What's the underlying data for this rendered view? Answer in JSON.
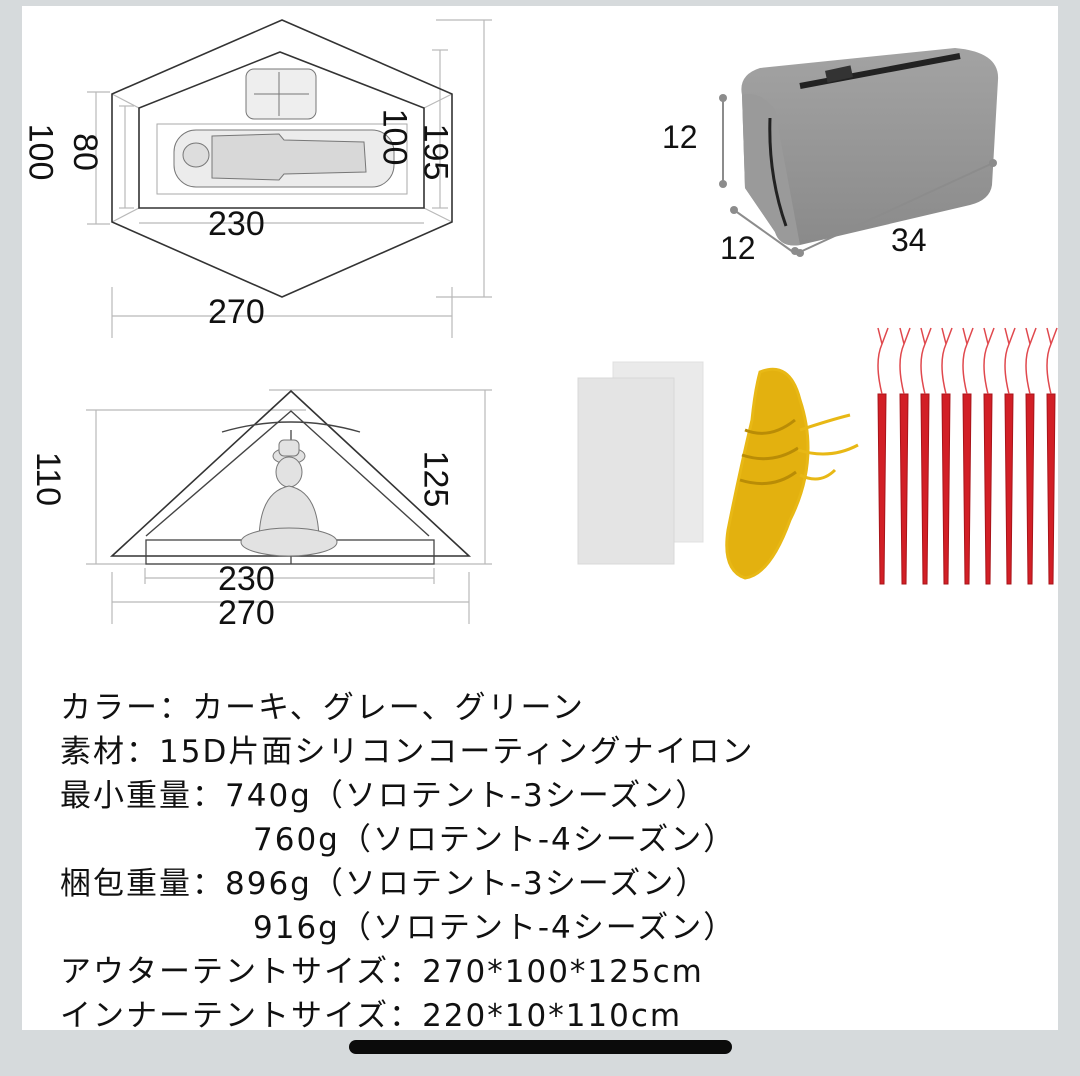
{
  "top_view": {
    "name": "tent floor plan (top view)",
    "dimensions": {
      "outer_left_width": "100",
      "inner_left_width": "80",
      "inner_right_width": "100",
      "total_depth": "195",
      "inner_length": "230",
      "outer_length": "270"
    }
  },
  "side_view": {
    "name": "tent side view",
    "dimensions": {
      "inner_height": "110",
      "outer_height": "125",
      "inner_length": "230",
      "outer_length": "270"
    }
  },
  "packed_bag": {
    "name": "packed stuff sack",
    "color": "#8f8f8f",
    "dimensions": {
      "height": "12",
      "depth": "12",
      "length": "34"
    }
  },
  "accessories": {
    "items": [
      "repair patches",
      "guy rope",
      "tent stakes"
    ],
    "rope_color": "#e8b815",
    "stake_color": "#d21f26",
    "stake_count": 9
  },
  "specs": {
    "rows": [
      {
        "label": "カラー：",
        "value": "カーキ、グレー、グリーン"
      },
      {
        "label": "素材：",
        "value": "15D片面シリコンコーティングナイロン"
      },
      {
        "label": "最小重量：",
        "value": "740g（ソロテント-3シーズン）"
      },
      {
        "label": "",
        "value": "760g（ソロテント-4シーズン）"
      },
      {
        "label": "梱包重量：",
        "value": "896g（ソロテント-3シーズン）"
      },
      {
        "label": "",
        "value": "916g（ソロテント-4シーズン）"
      },
      {
        "label": "アウターテントサイズ：",
        "value": "270*100*125cm"
      },
      {
        "label": "インナーテントサイズ：",
        "value": "220*10*110cm"
      }
    ]
  },
  "colors": {
    "frame": "#d6dadc",
    "panel": "#ffffff",
    "text": "#111111",
    "home_indicator": "#0b0b0b"
  }
}
